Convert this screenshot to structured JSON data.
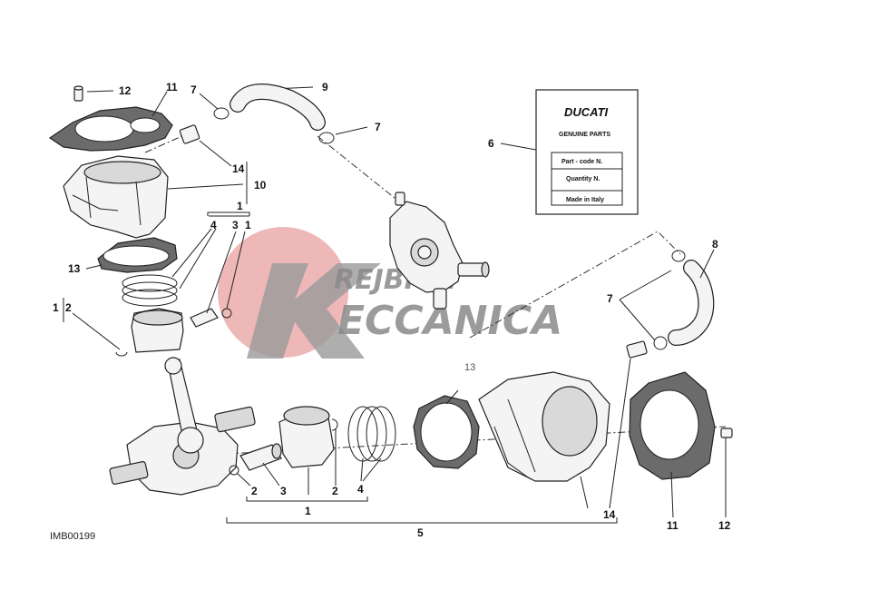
{
  "callouts": {
    "c12_top": "12",
    "c11_top": "11",
    "c7_top": "7",
    "c9": "9",
    "c7_mid": "7",
    "c14_top": "14",
    "c10": "10",
    "c1_top": "1",
    "c4_top": "4",
    "c3_top": "3",
    "c1_top_b": "1",
    "c13_left": "13",
    "c1_left": "1",
    "c2_left": "2",
    "c6": "6",
    "c8": "8",
    "c7_right": "7",
    "c13_right": "13",
    "c2_bottom": "2",
    "c3_bottom": "3",
    "c2_bottom_b": "2",
    "c4_bottom": "4",
    "c1_bottom": "1",
    "c5": "5",
    "c14_bottom": "14",
    "c11_bottom": "11",
    "c12_bottom": "12"
  },
  "parts_card": {
    "brand": "DUCATI",
    "subtitle": "GENUINE PARTS",
    "row1": "Part - code N.",
    "row2": "Quantity N.",
    "row3": "Made in Italy"
  },
  "watermark": {
    "line1": "REJBICH",
    "line2": "ECCANICA",
    "big_letter": "K"
  },
  "figure_ref": "IMB00199",
  "colors": {
    "watermark_circle": "#e8a0a0",
    "watermark_text": "#8a8a8a",
    "line": "#222222"
  }
}
